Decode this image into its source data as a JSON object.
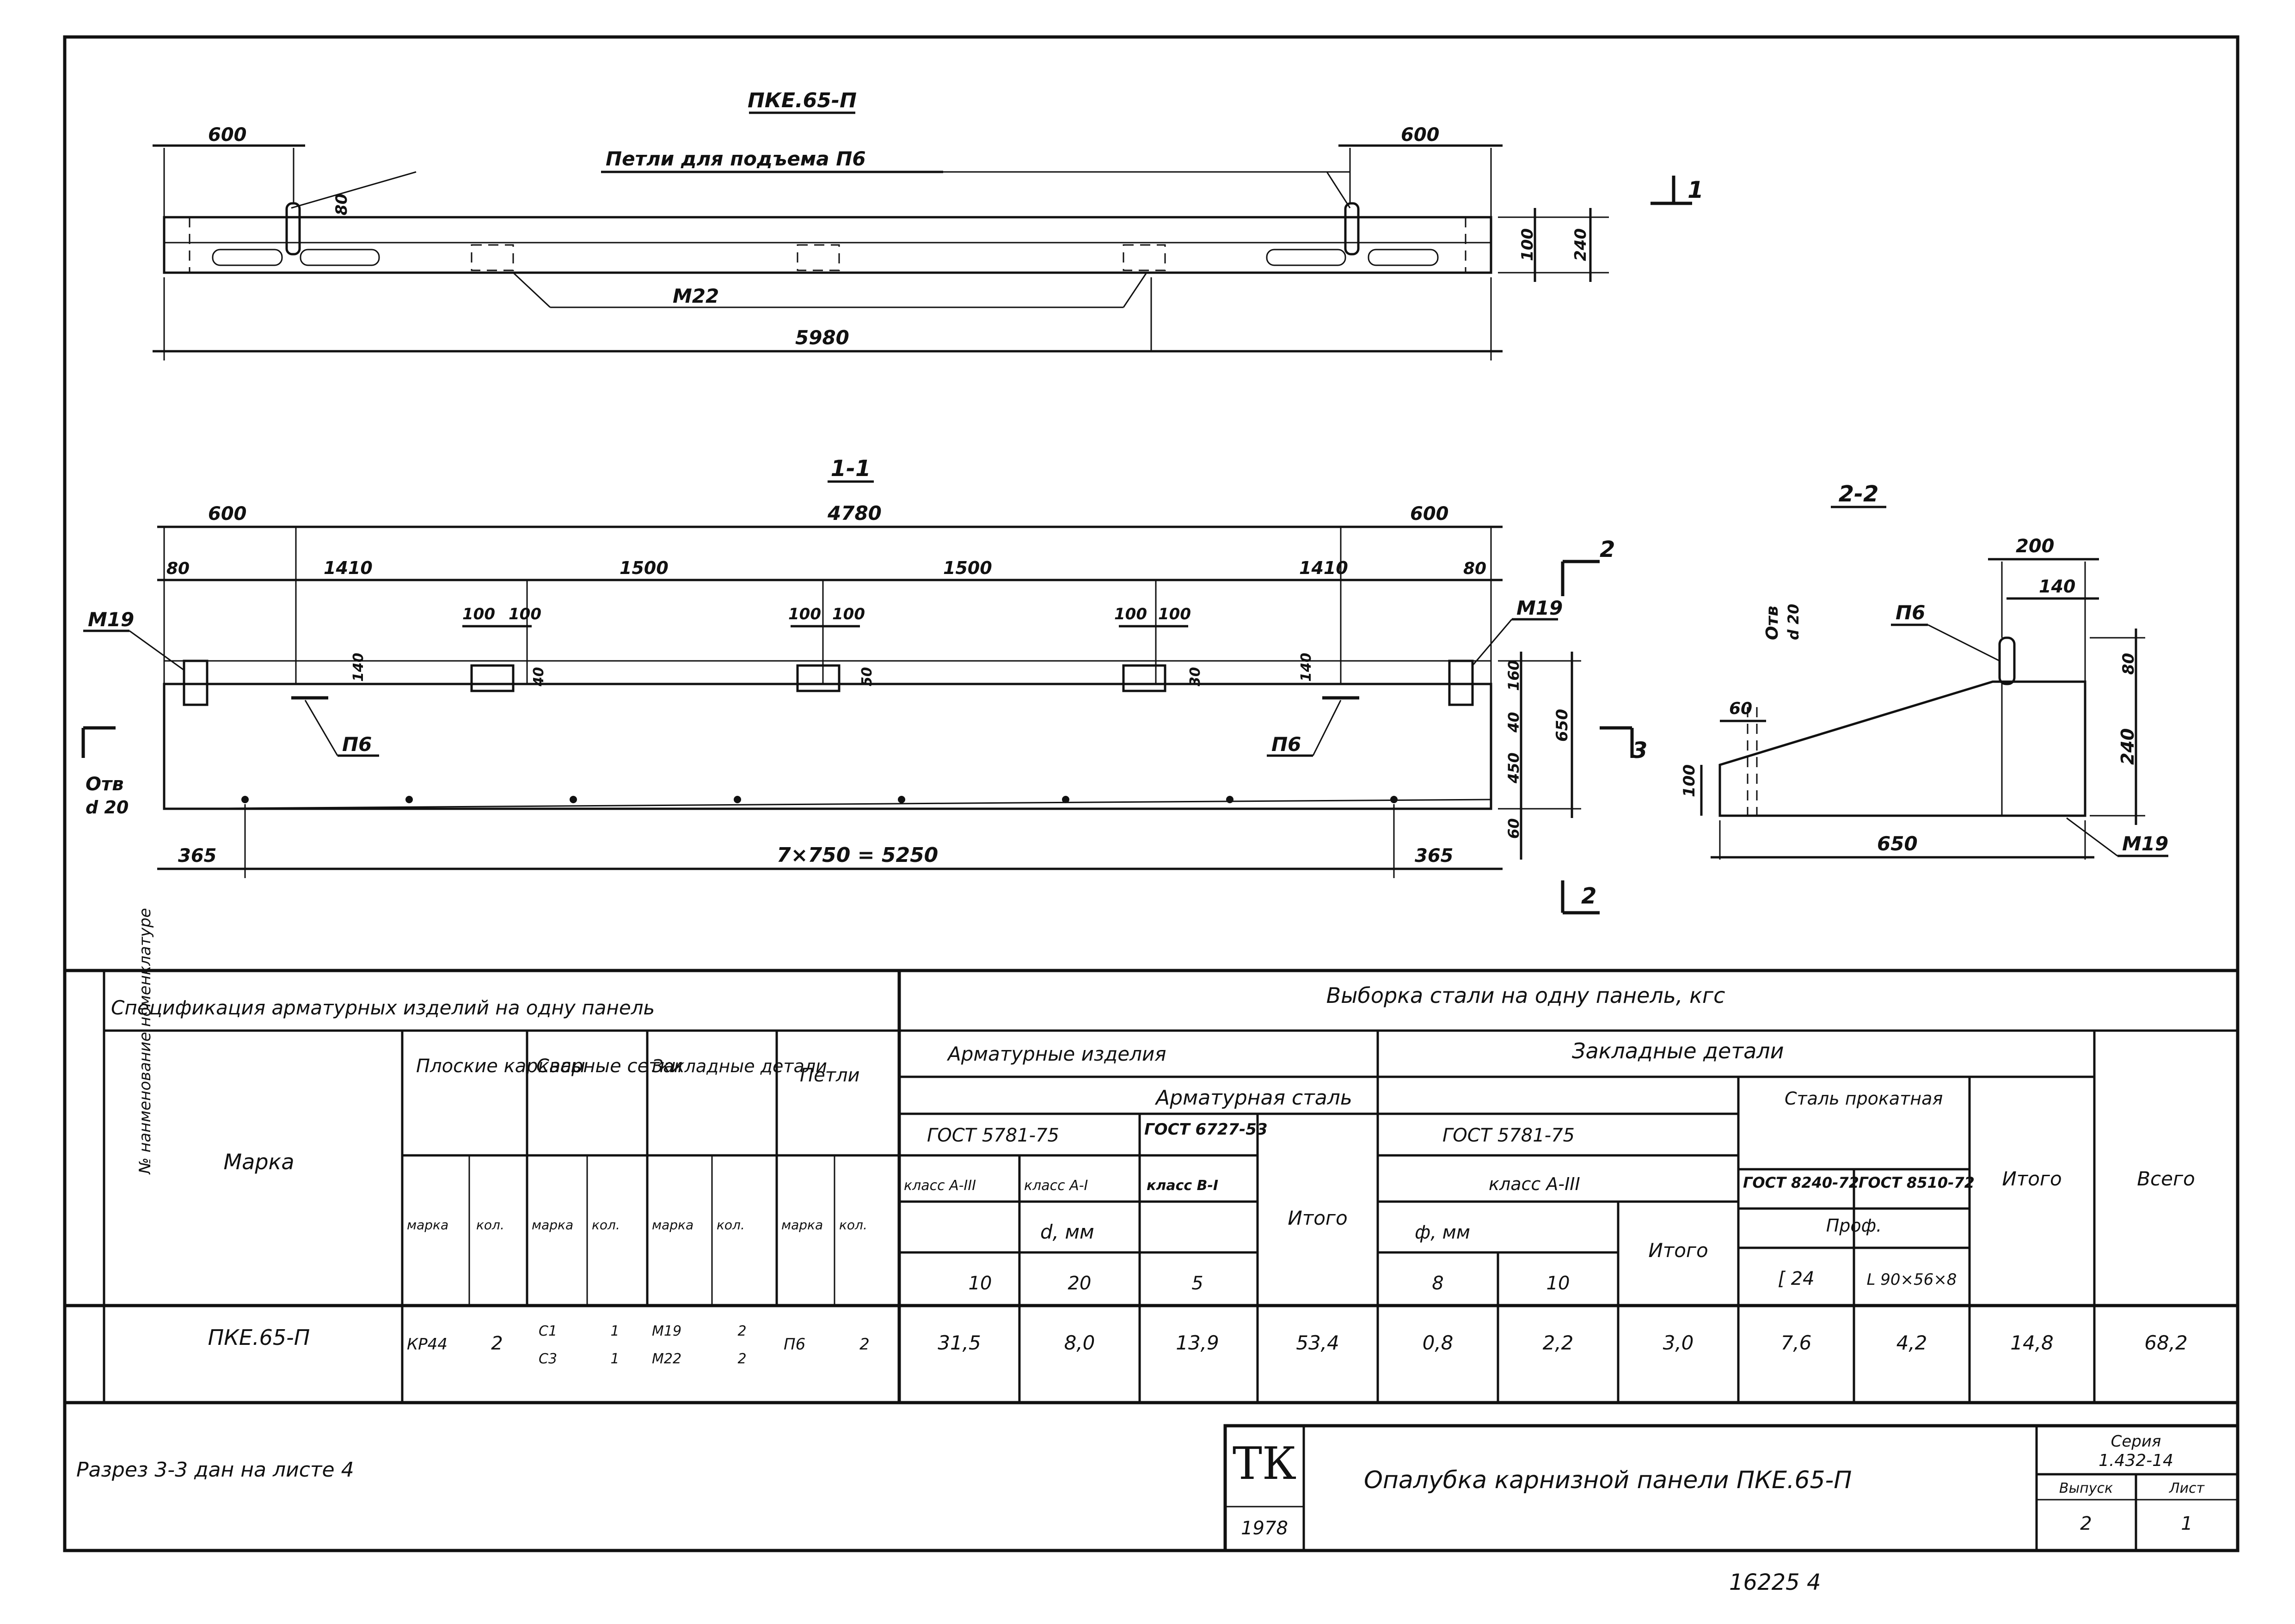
{
  "view_top": {
    "title": "ПКЕ.65-П",
    "loops_label": "Петли для подъема П6",
    "dim_left": "600",
    "dim_right": "600",
    "dim_total": "5980",
    "dim_80": "80",
    "dim_100": "100",
    "dim_240": "240",
    "anchor_label": "М22",
    "section_mark": "1"
  },
  "section_1_1": {
    "title": "1-1",
    "dim_600_left": "600",
    "dim_4780": "4780",
    "dim_600_right": "600",
    "dim_80_left": "80",
    "dim_80_right": "80",
    "dim_1410_left": "1410",
    "dim_1500_a": "1500",
    "dim_1500_b": "1500",
    "dim_1410_right": "1410",
    "dim_100": "100",
    "dim_40": "40",
    "dim_50": "50",
    "dim_30": "30",
    "dim_140": "140",
    "m19_left": "М19",
    "m19_right": "М19",
    "p6_left": "П6",
    "p6_right": "П6",
    "hole_label_1": "Отв",
    "hole_label_2": "d 20",
    "dim_365_left": "365",
    "dim_holes": "7×750 = 5250",
    "dim_365_right": "365",
    "dim_160": "160",
    "dim_650": "650",
    "dim_450": "450",
    "dim_60": "60",
    "cut_2": "2",
    "cut_3": "3"
  },
  "section_2_2": {
    "title": "2-2",
    "dim_200": "200",
    "dim_140": "140",
    "dim_80": "80",
    "dim_240": "240",
    "dim_60": "60",
    "dim_100": "100",
    "dim_650": "650",
    "p6": "П6",
    "m19": "М19",
    "hole_1": "Отв",
    "hole_2": "d 20"
  },
  "spec_table": {
    "side_label": "№ нанменование номенклатуре",
    "spec_title": "Спецификация арматурных изделий на одну панель",
    "col_mark": "Марка",
    "g_flat": "Плоские каркасы",
    "g_mesh": "Сварные сетки",
    "g_embed": "Закладные детали",
    "g_loops": "Петли",
    "sub_mark": "марка",
    "sub_qty": "кол.",
    "steel_title": "Выборка стали на одну панель, кгс",
    "arm_items": "Арматурные изделия",
    "emb_items": "Закладные детали",
    "arm_steel": "Арматурная сталь",
    "rolled": "Сталь прокатная",
    "gost_5781_a": "ГОСТ 5781-75",
    "gost_6727": "ГОСТ 6727-53",
    "gost_5781_b": "ГОСТ 5781-75",
    "gost_8240": "ГОСТ 8240-72",
    "gost_8510": "ГОСТ 8510-72",
    "class_a3": "класс А-III",
    "class_a1": "класс А-I",
    "class_b1": "класс В-I",
    "class_a3_b": "класс А-III",
    "d_mm": "d, мм",
    "phi_mm": "ф, мм",
    "prof": "Проф.",
    "itogo": "Итого",
    "vsego": "Всего",
    "d10": "10",
    "d20": "20",
    "d5": "5",
    "f8": "8",
    "f10": "10",
    "c24": "[ 24",
    "l90": "L 90×56×8",
    "row": {
      "mark": "ПКЕ.65-П",
      "flat_mark": "КР44",
      "flat_qty": "2",
      "mesh_mark_1": "С1",
      "mesh_mark_2": "С3",
      "mesh_qty_1": "1",
      "mesh_qty_2": "1",
      "emb_mark_1": "М19",
      "emb_mark_2": "М22",
      "emb_qty_1": "2",
      "emb_qty_2": "2",
      "loop_mark": "П6",
      "loop_qty": "2",
      "v10": "31,5",
      "v20": "8,0",
      "v5": "13,9",
      "arm_total": "53,4",
      "f8v": "0,8",
      "f10v": "2,2",
      "emb_steel_total": "3,0",
      "c24v": "7,6",
      "l90v": "4,2",
      "emb_total": "14,8",
      "grand": "68,2"
    }
  },
  "footer": {
    "note": "Разрез 3-3 дан на листе 4",
    "tk": "ТК",
    "year": "1978",
    "drawing_title": "Опалубка карнизной панели ПКЕ.65-П",
    "series_label": "Серия",
    "series_value": "1.432-14",
    "issue_label": "Выпуск",
    "sheet_label": "Лист",
    "issue_value": "2",
    "sheet_value": "1",
    "doc_number": "16225 4"
  }
}
